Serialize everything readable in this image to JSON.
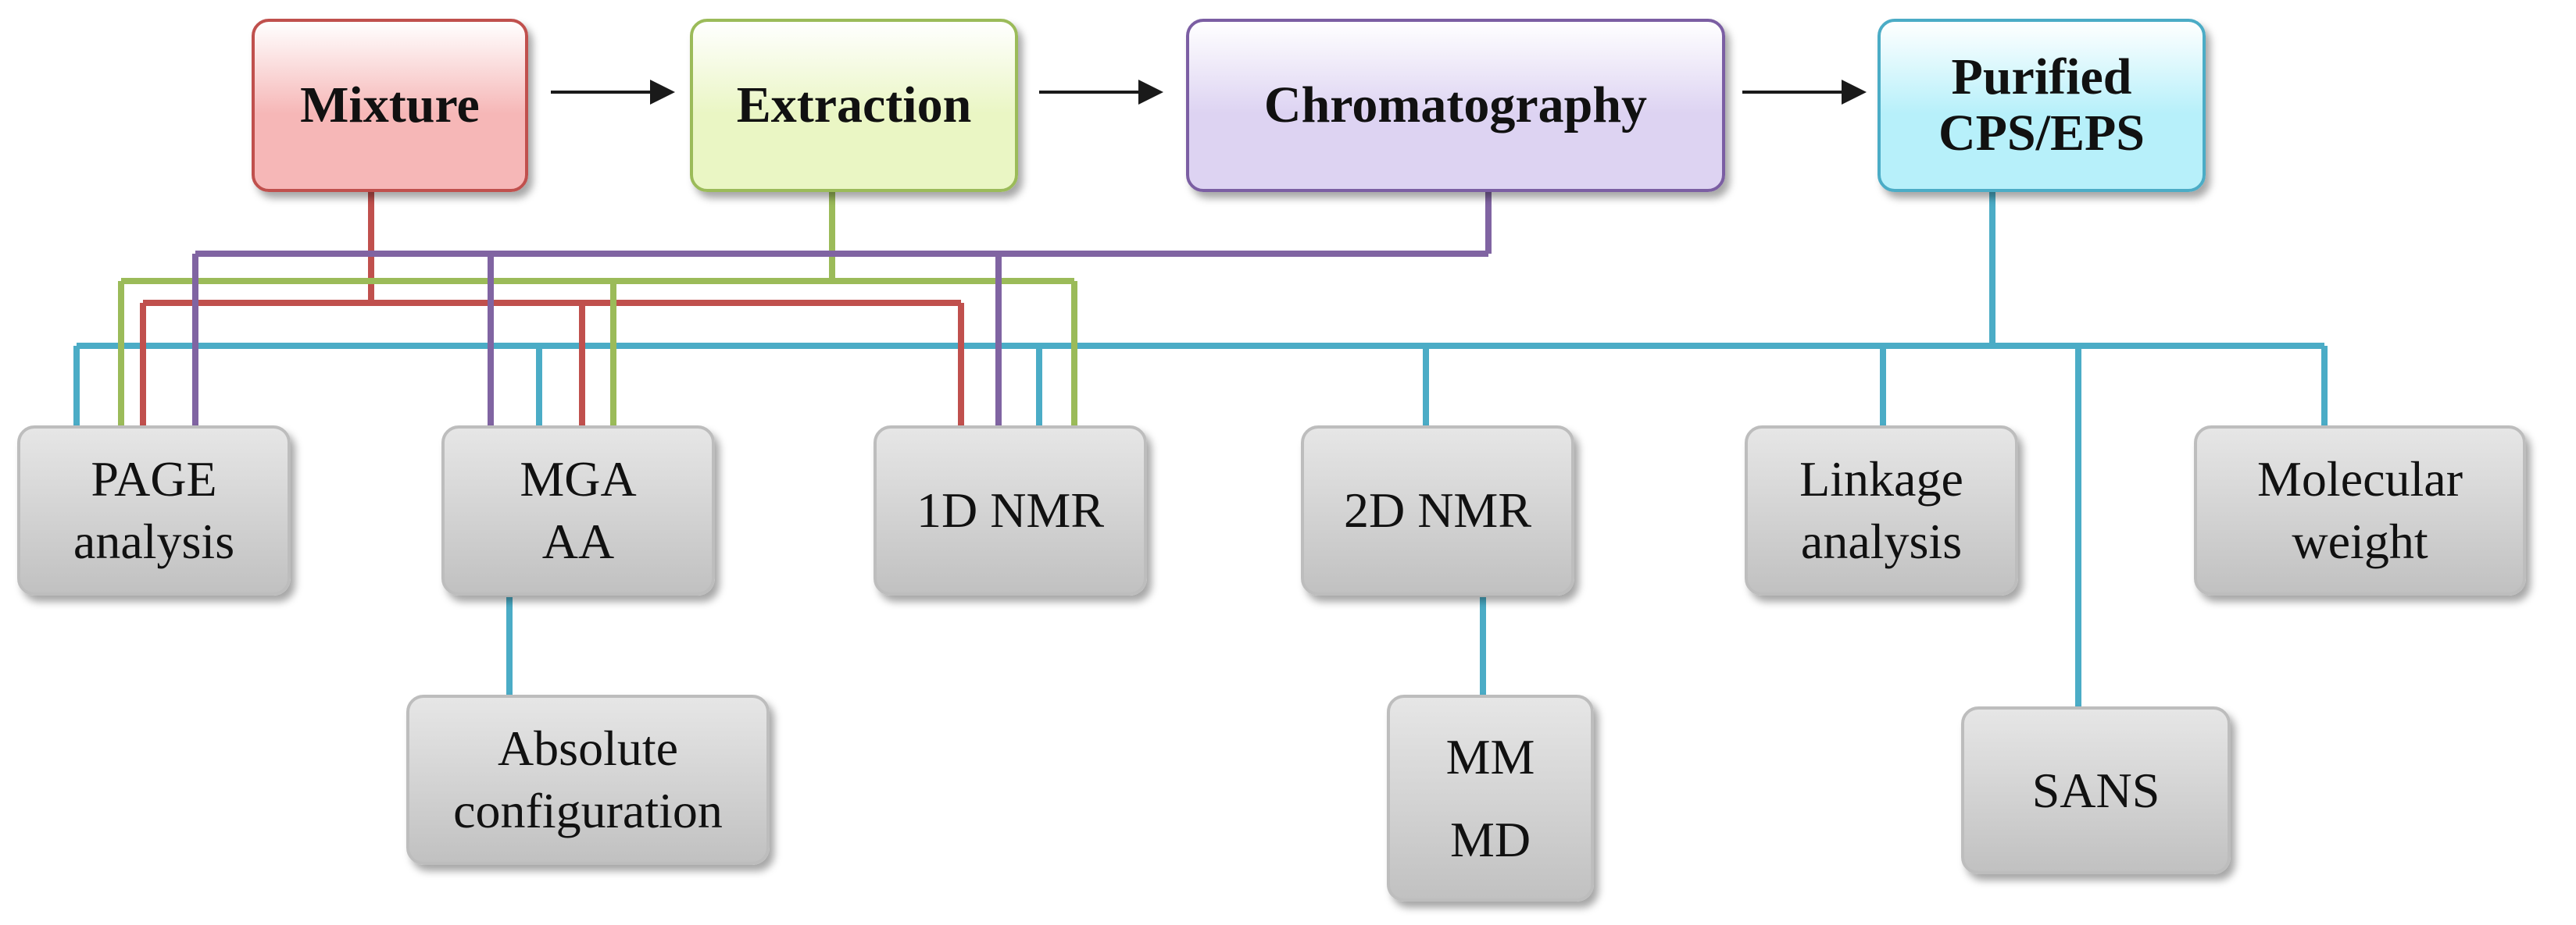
{
  "colors": {
    "mixture": "#c0504d",
    "extraction": "#9bbb59",
    "chromatography": "#8064a2",
    "purified": "#4bacc6",
    "arrow": "#1a1a1a"
  },
  "process_steps": [
    {
      "id": "mixture",
      "lines": [
        "Mixture"
      ],
      "fill": "#f6b7b7",
      "border": "#c0504d"
    },
    {
      "id": "extraction",
      "lines": [
        "Extraction"
      ],
      "fill": "#eaf6c4",
      "border": "#9bbb59"
    },
    {
      "id": "chromatography",
      "lines": [
        "Chromatography"
      ],
      "fill": "#ddd3f2",
      "border": "#7b5ea3"
    },
    {
      "id": "purified",
      "lines": [
        "Purified",
        "CPS/EPS"
      ],
      "fill": "#b7f0fa",
      "border": "#4bacc6"
    }
  ],
  "analyses": [
    {
      "id": "page-analysis",
      "lines": [
        "PAGE",
        "analysis"
      ]
    },
    {
      "id": "mga-aa",
      "lines": [
        "MGA",
        "AA"
      ]
    },
    {
      "id": "1d-nmr",
      "lines": [
        "1D NMR"
      ]
    },
    {
      "id": "2d-nmr",
      "lines": [
        "2D NMR"
      ]
    },
    {
      "id": "linkage-analysis",
      "lines": [
        "Linkage",
        "analysis"
      ]
    },
    {
      "id": "molecular-weight",
      "lines": [
        "Molecular",
        "weight"
      ]
    }
  ],
  "sub_analyses": [
    {
      "id": "absolute-configuration",
      "parent": "mga-aa",
      "lines": [
        "Absolute",
        "configuration"
      ]
    },
    {
      "id": "mm-md",
      "parent": "2d-nmr",
      "lines": [
        "MM",
        "MD"
      ]
    },
    {
      "id": "sans",
      "parent": "purified",
      "lines": [
        "SANS"
      ]
    }
  ]
}
